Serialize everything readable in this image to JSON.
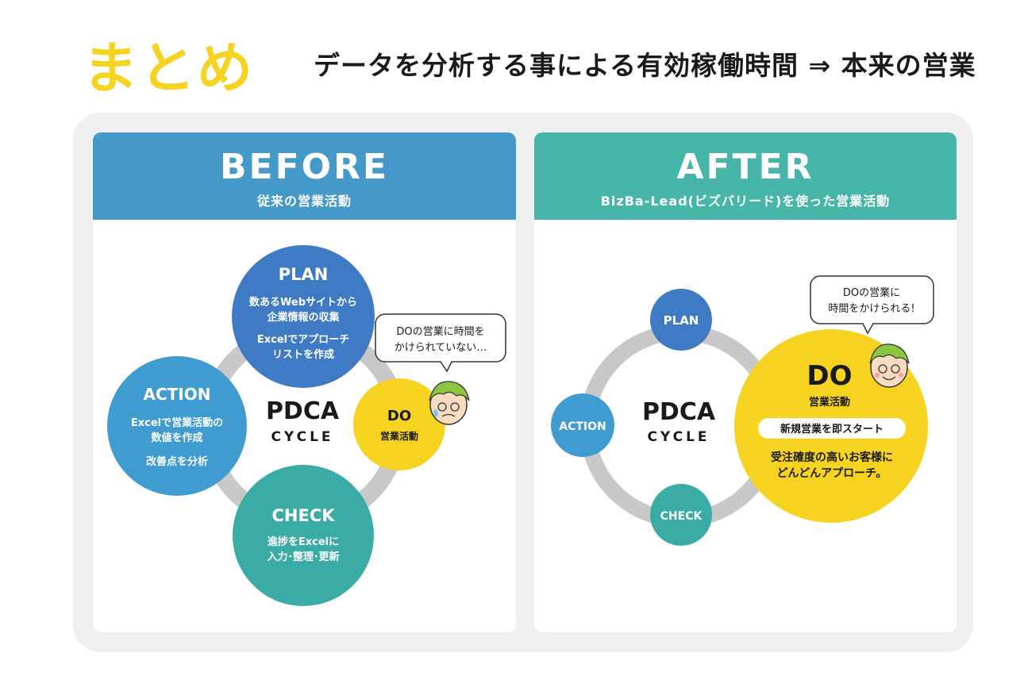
{
  "header": {
    "title": "まとめ",
    "subtitle": "データを分析する事による有効稼働時間 ⇒ 本来の営業"
  },
  "before": {
    "title": "BEFORE",
    "subtitle": "従来の営業活動",
    "center": [
      "PDCA",
      "CYCLE"
    ],
    "plan": {
      "label": "PLAN",
      "lines": [
        "数あるWebサイトから",
        "企業情報の収集",
        "",
        "Excelでアプローチ",
        "リストを作成"
      ]
    },
    "do": {
      "label": "DO",
      "sub": "営業活動"
    },
    "check": {
      "label": "CHECK",
      "lines": [
        "進捗をExcelに",
        "入力･整理･更新"
      ]
    },
    "action": {
      "label": "ACTION",
      "lines": [
        "Excelで営業活動の",
        "数値を作成",
        "",
        "改善点を分析"
      ]
    },
    "bubble": [
      "DOの営業に時間を",
      "かけられていない…"
    ]
  },
  "after": {
    "title": "AFTER",
    "subtitle": "BizBa-Lead(ビズバリード)を使った営業活動",
    "center": [
      "PDCA",
      "CYCLE"
    ],
    "plan": {
      "label": "PLAN"
    },
    "do": {
      "label": "DO",
      "sub": "営業活動",
      "badge": "新規営業を即スタート",
      "lines": [
        "受注確度の高いお客様に",
        "どんどんアプローチ。"
      ]
    },
    "check": {
      "label": "CHECK"
    },
    "action": {
      "label": "ACTION"
    },
    "bubble": [
      "DOの営業に",
      "時間をかけられる!"
    ]
  },
  "colors": {
    "yellow": "#f5d320",
    "plan_blue": "#3f7bc4",
    "action_blue": "#409bd0",
    "check_teal": "#3aaca5",
    "ring_gray": "#c8c8c8",
    "before_header": "#4499c8",
    "after_header": "#47b6a9"
  }
}
